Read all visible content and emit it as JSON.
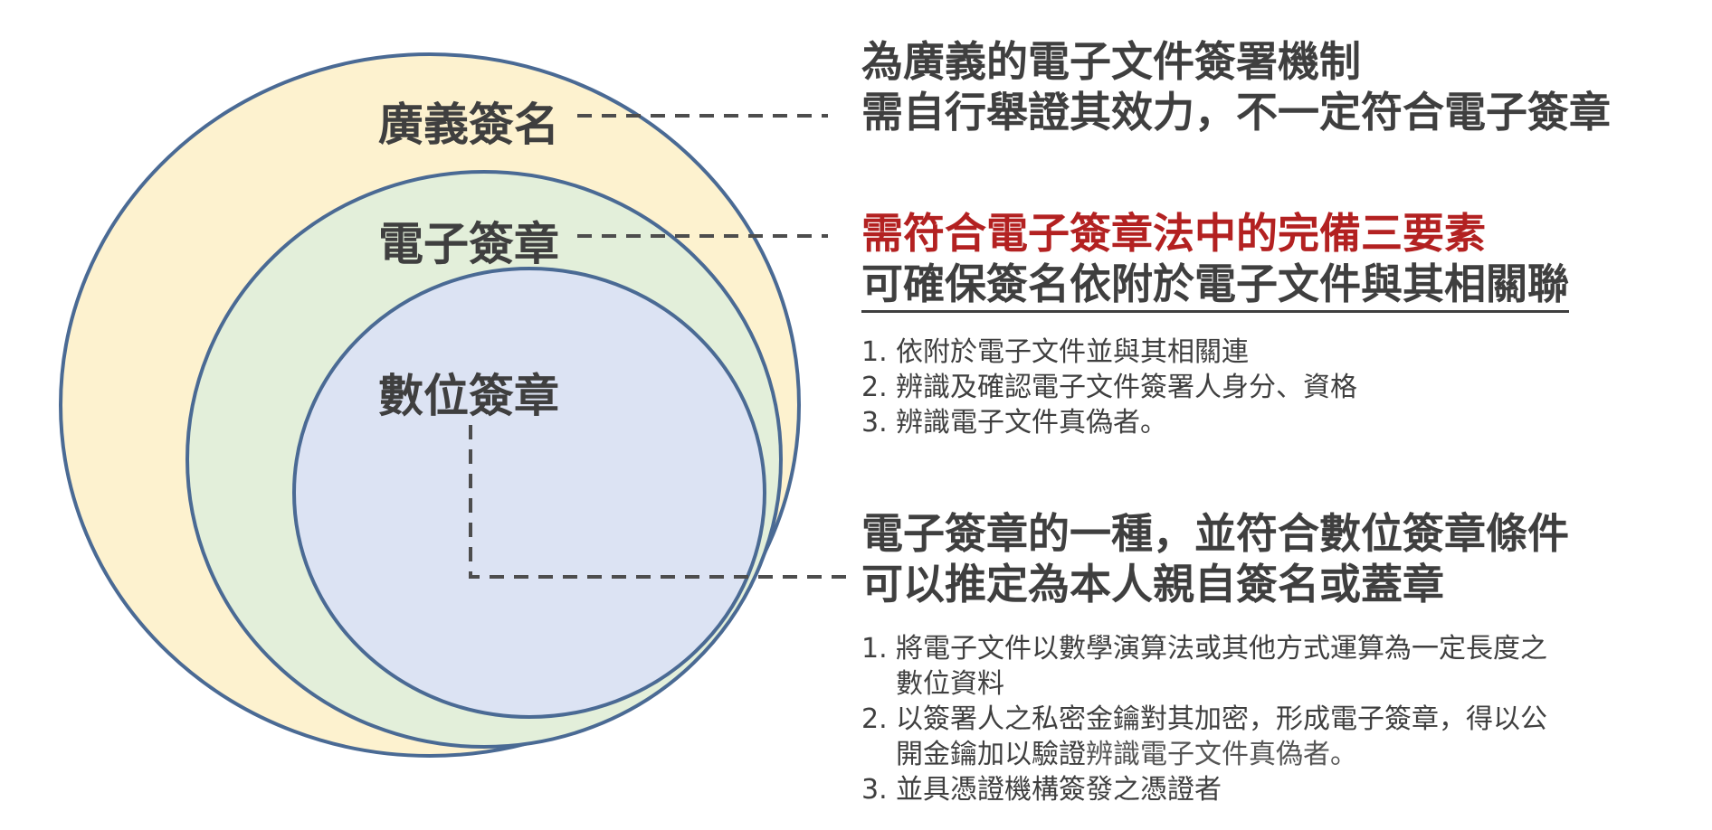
{
  "circles": {
    "outer_fill": "#fdf2cf",
    "middle_fill": "#e3efda",
    "inner_fill": "#dce3f3",
    "stroke": "#4a6a94"
  },
  "labels": {
    "broad": "廣義簽名",
    "electronic": "電子簽章",
    "digital": "數位簽章"
  },
  "broad_desc": {
    "line1": "為廣義的電子文件簽署機制",
    "line2": "需自行舉證其效力，不一定符合電子簽章"
  },
  "electronic_desc": {
    "line1": "需符合電子簽章法中的完備三要素",
    "line2": "可確保簽名依附於電子文件與其相關聯",
    "items": [
      {
        "num": "1.",
        "text": "依附於電子文件並與其相關連"
      },
      {
        "num": "2.",
        "text": "辨識及確認電子文件簽署人身分、資格"
      },
      {
        "num": "3.",
        "text": "辨識電子文件真偽者。"
      }
    ]
  },
  "digital_desc": {
    "line1": "電子簽章的一種，並符合數位簽章條件",
    "line2": "可以推定為本人親自簽名或蓋章",
    "item1_num": "1.",
    "item1_line1": "將電子文件以數學演算法或其他方式運算為一定長度之",
    "item1_line2": "數位資料",
    "item2_num": "2.",
    "item2_line1": "以簽署人之私密金鑰對其加密，形成電子簽章，得以公",
    "item2_line2a": "開金鑰加以驗證",
    "item2_line2b": "辨識電子文件真偽者。",
    "item3_num": "3.",
    "item3_text": "並具憑證機構簽發之憑證者"
  },
  "colors": {
    "accent_red": "#b32121",
    "text": "#3f3f3f",
    "connector": "#4d4d4d"
  }
}
